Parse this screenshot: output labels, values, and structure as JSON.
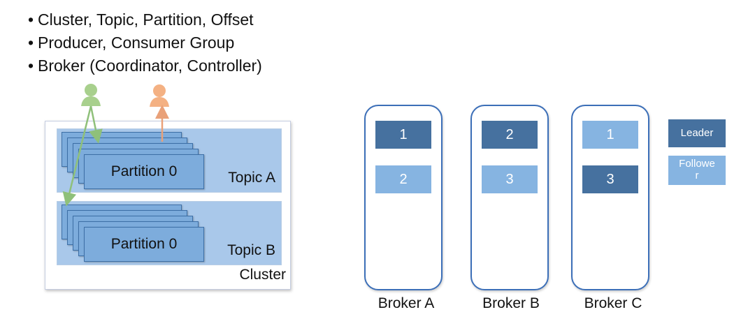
{
  "bullets": [
    "Cluster, Topic, Partition, Offset",
    "Producer, Consumer Group",
    "Broker (Coordinator, Controller)"
  ],
  "bullet_glyph": "•",
  "cluster": {
    "label": "Cluster",
    "topics": [
      {
        "label": "Topic A",
        "partition_label": "Partition 0"
      },
      {
        "label": "Topic B",
        "partition_label": "Partition 0"
      }
    ]
  },
  "actors": {
    "consumer_color": "#a8d08d",
    "producer_color": "#f4b183"
  },
  "brokers": [
    {
      "name": "Broker A",
      "partitions": [
        {
          "id": "1",
          "role": "leader"
        },
        {
          "id": "2",
          "role": "follower"
        }
      ]
    },
    {
      "name": "Broker B",
      "partitions": [
        {
          "id": "2",
          "role": "leader"
        },
        {
          "id": "3",
          "role": "follower"
        }
      ]
    },
    {
      "name": "Broker C",
      "partitions": [
        {
          "id": "1",
          "role": "follower"
        },
        {
          "id": "3",
          "role": "leader"
        }
      ]
    }
  ],
  "legend": {
    "leader_label": "Leader",
    "follower_label_line1": "Followe",
    "follower_label_line2": "r"
  },
  "colors": {
    "leader": "#46719f",
    "follower": "#86b4e1",
    "topic_bg": "#a9c8ea",
    "partition_bg": "#7dacdc",
    "broker_border": "#3c6fb8"
  }
}
